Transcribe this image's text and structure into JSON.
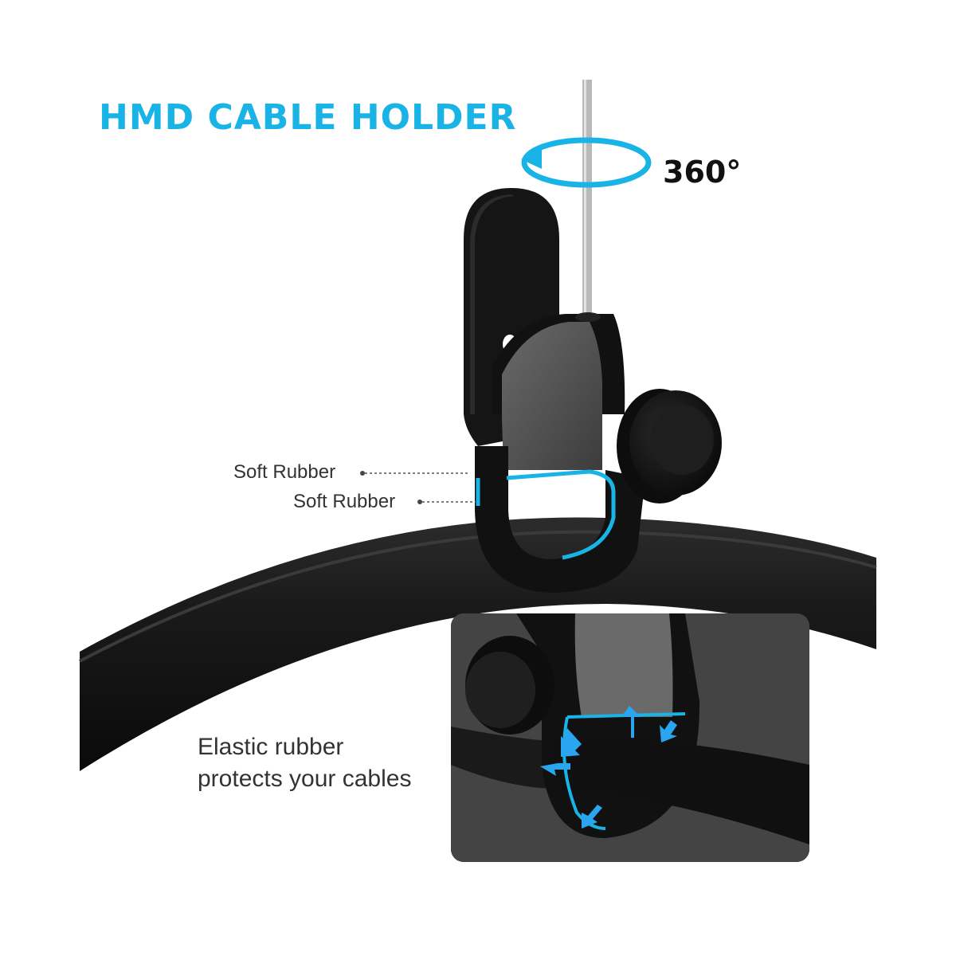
{
  "title": "HMD CABLE HOLDER",
  "rotation_label": "360°",
  "callouts": [
    "Soft Rubber",
    "Soft Rubber"
  ],
  "caption": [
    "Elastic rubber",
    "protects your cables"
  ],
  "colors": {
    "accent": "#1ab3e6",
    "holder_dark": "#141414",
    "holder_gray": "#4a4a4a",
    "cable": "#161616",
    "inset_bg": "#3a3a3a"
  },
  "icons": [
    "rotation-arrow-icon",
    "push-arrow-icon"
  ]
}
